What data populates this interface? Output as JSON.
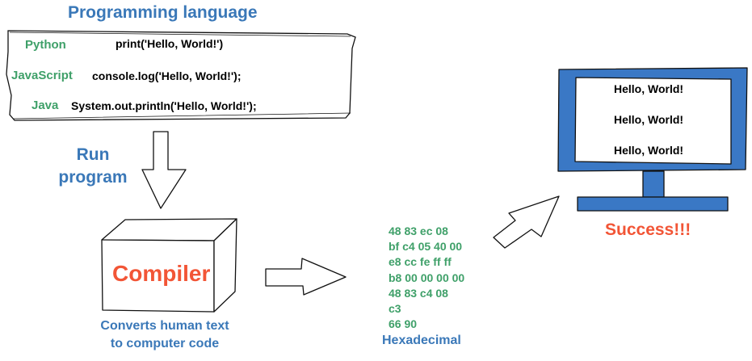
{
  "title": "Programming language",
  "languages": [
    {
      "name": "Python",
      "code": "print('Hello, World!')"
    },
    {
      "name": "JavaScript",
      "code": "console.log('Hello, World!');"
    },
    {
      "name": "Java",
      "code": "System.out.println('Hello, World!');"
    }
  ],
  "run_label": [
    "Run",
    "program"
  ],
  "compiler": {
    "label": "Compiler",
    "caption": [
      "Converts human text",
      "to computer code"
    ]
  },
  "hex": {
    "lines": [
      "48 83 ec 08",
      "bf c4 05 40 00",
      "e8 cc fe ff ff",
      "b8 00 00 00 00",
      "48 83 c4 08",
      "c3",
      "66 90"
    ],
    "label": "Hexadecimal"
  },
  "screen_lines": [
    "Hello, World!",
    "Hello, World!",
    "Hello, World!"
  ],
  "result": "Success!!!",
  "colors": {
    "blue": "#3a78b8",
    "green": "#3fa069",
    "red": "#f25536",
    "monitor": "#3a78c5"
  }
}
